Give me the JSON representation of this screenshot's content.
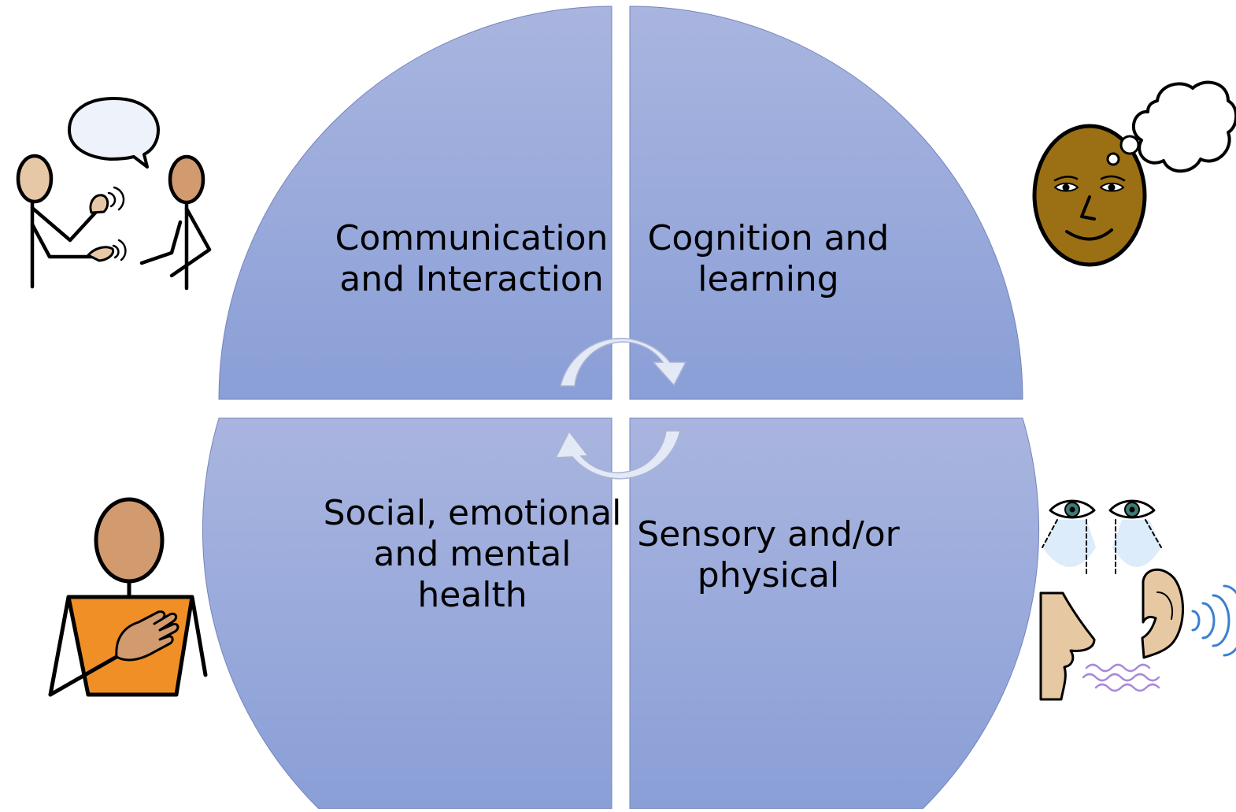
{
  "quadrants": [
    {
      "lines": [
        "Communication",
        "and Interaction"
      ],
      "symbol": "two-people-talking-icon"
    },
    {
      "lines": [
        "Cognition and",
        "learning"
      ],
      "symbol": "thinking-face-icon"
    },
    {
      "lines": [
        "Social, emotional",
        "and mental",
        "health"
      ],
      "symbol": "hand-on-heart-person-icon"
    },
    {
      "lines": [
        "Sensory and/or",
        "physical"
      ],
      "symbol": "senses-icon"
    }
  ],
  "colors": {
    "quadrant_top": "#a9b5df",
    "quadrant_bottom": "#8a9fd7",
    "quadrant_edge": "#7585bd",
    "arrow_fill": "#e4e9f6",
    "arrow_edge": "#aab4d6",
    "text": "#000000"
  }
}
